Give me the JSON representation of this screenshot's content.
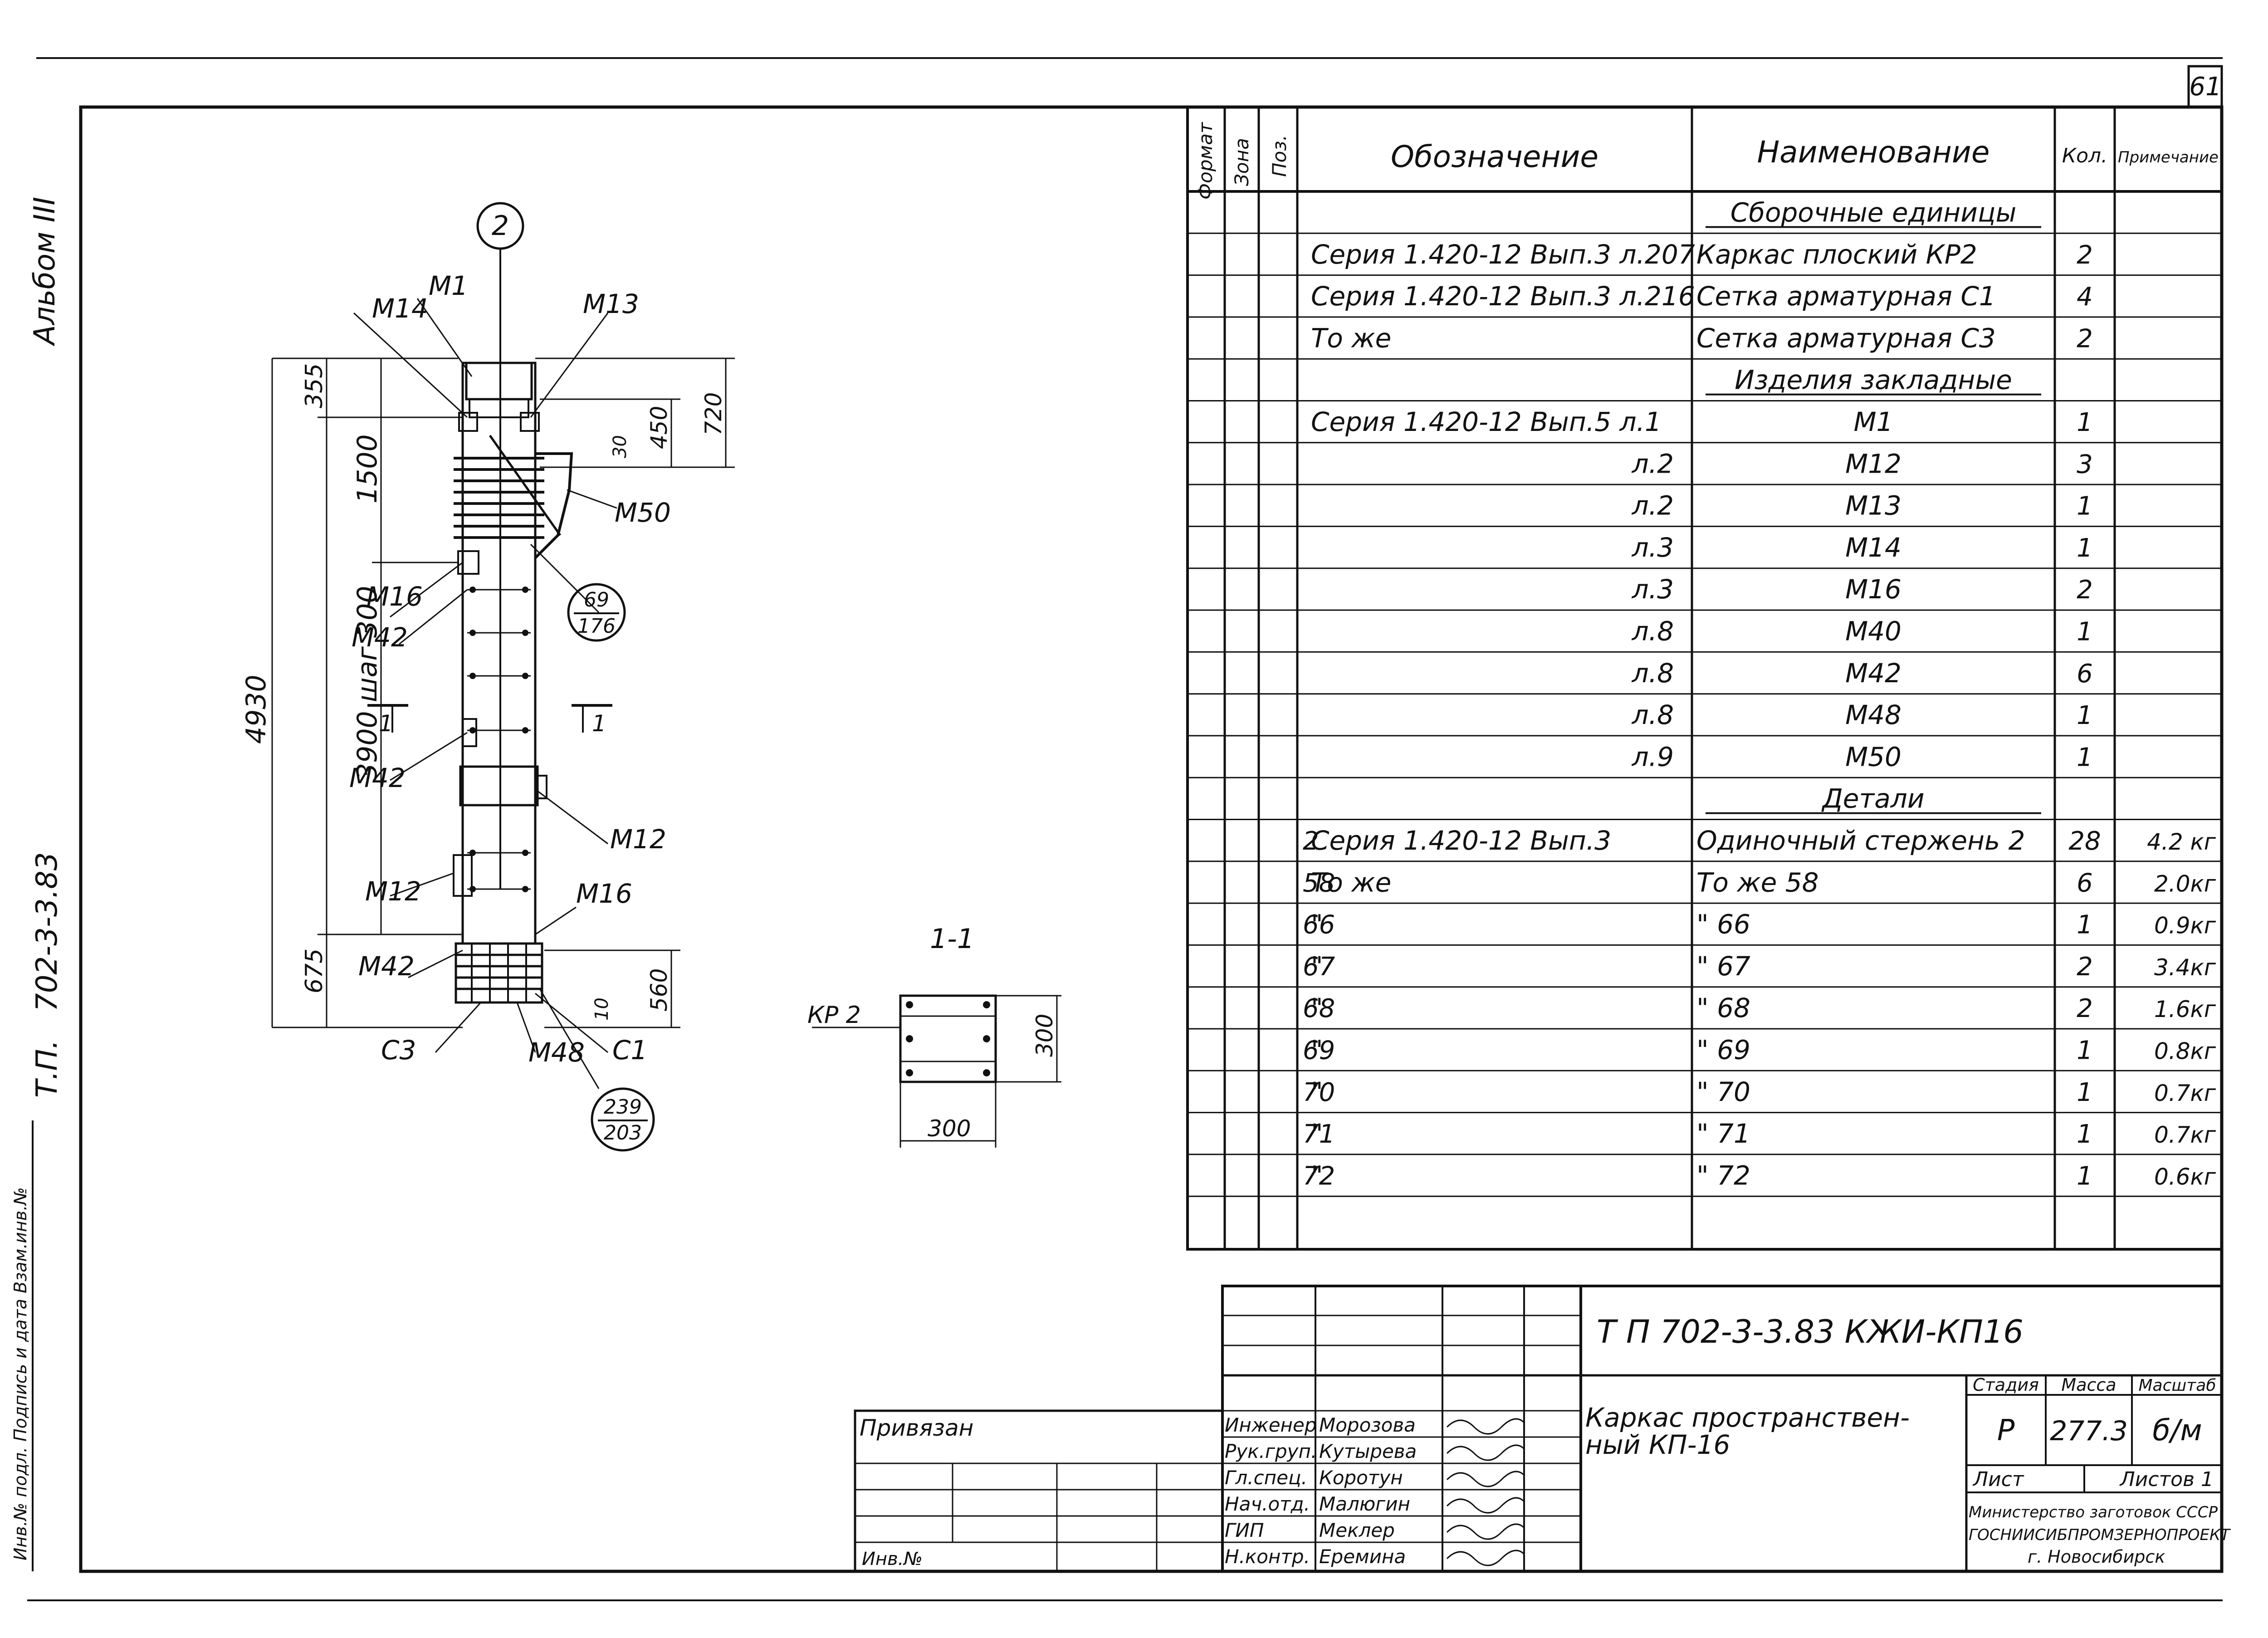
{
  "page_number": "61",
  "left_margin": {
    "album": "Альбом III",
    "code": "702-3-3.83",
    "tp": "Т.П.",
    "vertical_label": "Инв.№ подл. Подпись и дата Взам.инв.№"
  },
  "drawing": {
    "callout_top": "2",
    "marks": {
      "m1": "M1",
      "m14_top": "M14",
      "m13": "M13",
      "m50": "M50",
      "m16_left": "M16",
      "m42_a": "M42",
      "m42_b": "M42",
      "m12_right": "M12",
      "m12_left": "M12",
      "m16_right": "M16",
      "m42_c": "M42",
      "c3": "C3",
      "m48": "M48",
      "c1": "C1"
    },
    "dims": {
      "d355": "355",
      "d1500": "1500",
      "d3900": "3900 шаг 300",
      "d4930": "4930",
      "d675": "675",
      "d720": "720",
      "d450": "450",
      "d30": "30",
      "d560": "560",
      "d10": "10"
    },
    "ref1_top": "69",
    "ref1_bottom": "176",
    "ref2_top": "239",
    "ref2_bottom": "203",
    "section_mark_l": "1",
    "section_mark_r": "1",
    "section_title": "1-1",
    "section_kp": "КР 2",
    "section_dim_h": "300",
    "section_dim_v": "300"
  },
  "spec_table": {
    "headers": {
      "format": "Формат",
      "zone": "Зона",
      "pos": "Поз.",
      "designation": "Обозначение",
      "name": "Наименование",
      "qty": "Кол.",
      "note": "Примечание"
    },
    "rows": [
      {
        "pos": "",
        "des": "",
        "name": "Сборочные единицы",
        "qty": "",
        "note": "",
        "type": "section"
      },
      {
        "pos": "",
        "des": "Серия 1.420-12 Вып.3 л.207",
        "name": "Каркас плоский КР2",
        "qty": "2",
        "note": ""
      },
      {
        "pos": "",
        "des": "Серия 1.420-12 Вып.3 л.216",
        "name": "Сетка арматурная С1",
        "qty": "4",
        "note": ""
      },
      {
        "pos": "",
        "des": "То же",
        "name": "Сетка арматурная С3",
        "qty": "2",
        "note": ""
      },
      {
        "pos": "",
        "des": "",
        "name": "Изделия закладные",
        "qty": "",
        "note": "",
        "type": "section"
      },
      {
        "pos": "",
        "des": "Серия 1.420-12 Вып.5 л.1",
        "name": "M1",
        "qty": "1",
        "note": ""
      },
      {
        "pos": "",
        "des": "л.2",
        "name": "M12",
        "qty": "3",
        "note": ""
      },
      {
        "pos": "",
        "des": "л.2",
        "name": "M13",
        "qty": "1",
        "note": ""
      },
      {
        "pos": "",
        "des": "л.3",
        "name": "M14",
        "qty": "1",
        "note": ""
      },
      {
        "pos": "",
        "des": "л.3",
        "name": "M16",
        "qty": "2",
        "note": ""
      },
      {
        "pos": "",
        "des": "л.8",
        "name": "M40",
        "qty": "1",
        "note": ""
      },
      {
        "pos": "",
        "des": "л.8",
        "name": "M42",
        "qty": "6",
        "note": ""
      },
      {
        "pos": "",
        "des": "л.8",
        "name": "M48",
        "qty": "1",
        "note": ""
      },
      {
        "pos": "",
        "des": "л.9",
        "name": "M50",
        "qty": "1",
        "note": ""
      },
      {
        "pos": "",
        "des": "",
        "name": "Детали",
        "qty": "",
        "note": "",
        "type": "section"
      },
      {
        "pos": "2",
        "des": "Серия 1.420-12 Вып.3",
        "name": "Одиночный стержень 2",
        "qty": "28",
        "note": "4.2 кг"
      },
      {
        "pos": "58",
        "des": "То же",
        "name": "То же 58",
        "qty": "6",
        "note": "2.0кг"
      },
      {
        "pos": "66",
        "des": "\"",
        "name": "\" 66",
        "qty": "1",
        "note": "0.9кг"
      },
      {
        "pos": "67",
        "des": "\"",
        "name": "\" 67",
        "qty": "2",
        "note": "3.4кг"
      },
      {
        "pos": "68",
        "des": "\"",
        "name": "\" 68",
        "qty": "2",
        "note": "1.6кг"
      },
      {
        "pos": "69",
        "des": "\"",
        "name": "\" 69",
        "qty": "1",
        "note": "0.8кг"
      },
      {
        "pos": "70",
        "des": "\"",
        "name": "\" 70",
        "qty": "1",
        "note": "0.7кг"
      },
      {
        "pos": "71",
        "des": "\"",
        "name": "\" 71",
        "qty": "1",
        "note": "0.7кг"
      },
      {
        "pos": "72",
        "des": "\"",
        "name": "\" 72",
        "qty": "1",
        "note": "0.6кг"
      }
    ]
  },
  "title_block": {
    "code": "Т П   702-3-3.83      КЖИ-КП16",
    "title_line1": "Каркас пространствен-",
    "title_line2": "ный КП-16",
    "stage_h": "Стадия",
    "mass_h": "Масса",
    "scale_h": "Масштаб",
    "stage": "Р",
    "mass": "277.3",
    "scale": "б/м",
    "sheet_h": "Лист",
    "sheets_h": "Листов 1",
    "org1": "Министерство заготовок СССР",
    "org2": "ГОСНИИСИБПРОМЗЕРНОПРОЕКТ",
    "org3": "г. Новосибирск",
    "roles": [
      {
        "role": "Инженер",
        "name": "Морозова"
      },
      {
        "role": "Рук.груп.",
        "name": "Кутырева"
      },
      {
        "role": "Гл.спец.",
        "name": "Коротун"
      },
      {
        "role": "Нач.отд.",
        "name": "Малюгин"
      },
      {
        "role": "ГИП",
        "name": "Меклер"
      },
      {
        "role": "Н.контр.",
        "name": "Еремина"
      }
    ],
    "privyazan": "Привязан",
    "inv": "Инв.№"
  }
}
